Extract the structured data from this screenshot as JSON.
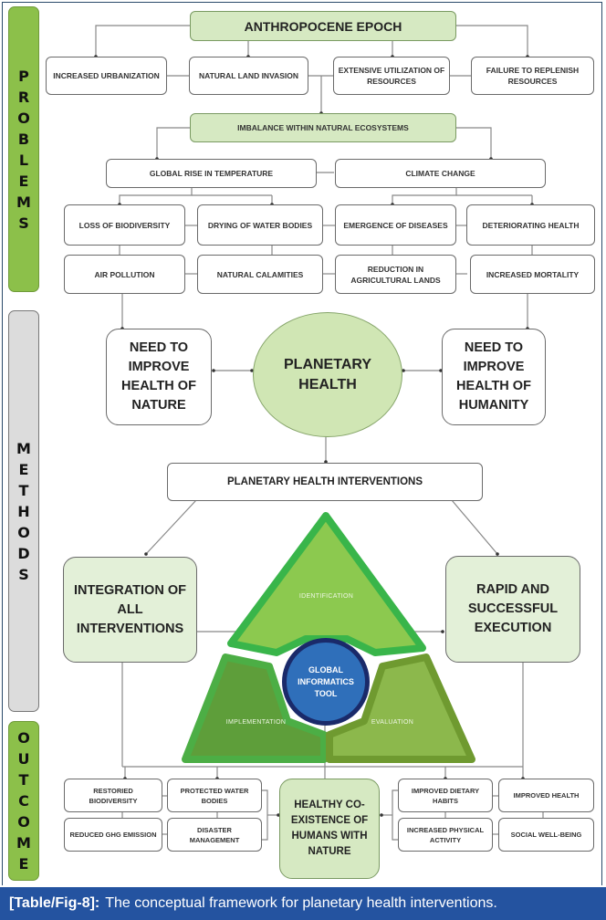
{
  "sections": {
    "problems": {
      "label": "PROBLEMS",
      "letters": [
        "P",
        "R",
        "O",
        "B",
        "L",
        "E",
        "M",
        "S"
      ]
    },
    "methods": {
      "label": "METHODS",
      "letters": [
        "M",
        "E",
        "T",
        "H",
        "O",
        "D",
        "S"
      ]
    },
    "outcome": {
      "label": "OUTCOME",
      "letters": [
        "O",
        "U",
        "T",
        "C",
        "O",
        "M",
        "E"
      ]
    }
  },
  "problems": {
    "root": "ANTHROPOCENE EPOCH",
    "causes": [
      "INCREASED URBANIZATION",
      "NATURAL LAND INVASION",
      "EXTENSIVE UTILIZATION OF RESOURCES",
      "FAILURE TO REPLENISH RESOURCES"
    ],
    "imbalance": "IMBALANCE WITHIN NATURAL ECOSYSTEMS",
    "global_rise": "GLOBAL RISE IN TEMPERATURE",
    "climate_change": "CLIMATE CHANGE",
    "effects_row1": [
      "LOSS OF BIODIVERSITY",
      "DRYING OF WATER BODIES",
      "EMERGENCE OF DISEASES",
      "DETERIORATING HEALTH"
    ],
    "effects_row2": [
      "AIR POLLUTION",
      "NATURAL CALAMITIES",
      "REDUCTION IN AGRICULTURAL LANDS",
      "INCREASED MORTALITY"
    ]
  },
  "methods": {
    "need_nature": "NEED TO IMPROVE HEALTH OF NATURE",
    "planetary_health": "PLANETARY HEALTH",
    "need_humanity": "NEED TO IMPROVE HEALTH OF HUMANITY",
    "interventions": "PLANETARY HEALTH INTERVENTIONS",
    "integration": "INTEGRATION OF ALL INTERVENTIONS",
    "execution": "RAPID AND SUCCESSFUL EXECUTION",
    "triangle": {
      "identification": "IDENTIFICATION",
      "implementation": "IMPLEMENTATION",
      "evaluation": "EVALUATION",
      "center": "GLOBAL INFORMATICS TOOL"
    }
  },
  "outcome": {
    "left": [
      "RESTORIED BIODIVERSITY",
      "PROTECTED WATER BODIES",
      "REDUCED GHG EMISSION",
      "DISASTER MANAGEMENT"
    ],
    "center": "HEALTHY CO-EXISTENCE OF HUMANS WITH NATURE",
    "right": [
      "IMPROVED DIETARY HABITS",
      "IMPROVED HEALTH",
      "INCREASED PHYSICAL ACTIVITY",
      "SOCIAL WELL-BEING"
    ]
  },
  "caption": {
    "tag": "[Table/Fig-8]:",
    "text": "The conceptual framework for planetary health interventions."
  },
  "colors": {
    "highlight_green": "#d6e9c2",
    "side_green": "#8cc04a",
    "side_grey": "#dcdcdc",
    "caption_blue": "#2453a0",
    "tool_blue": "#2f6fba"
  }
}
